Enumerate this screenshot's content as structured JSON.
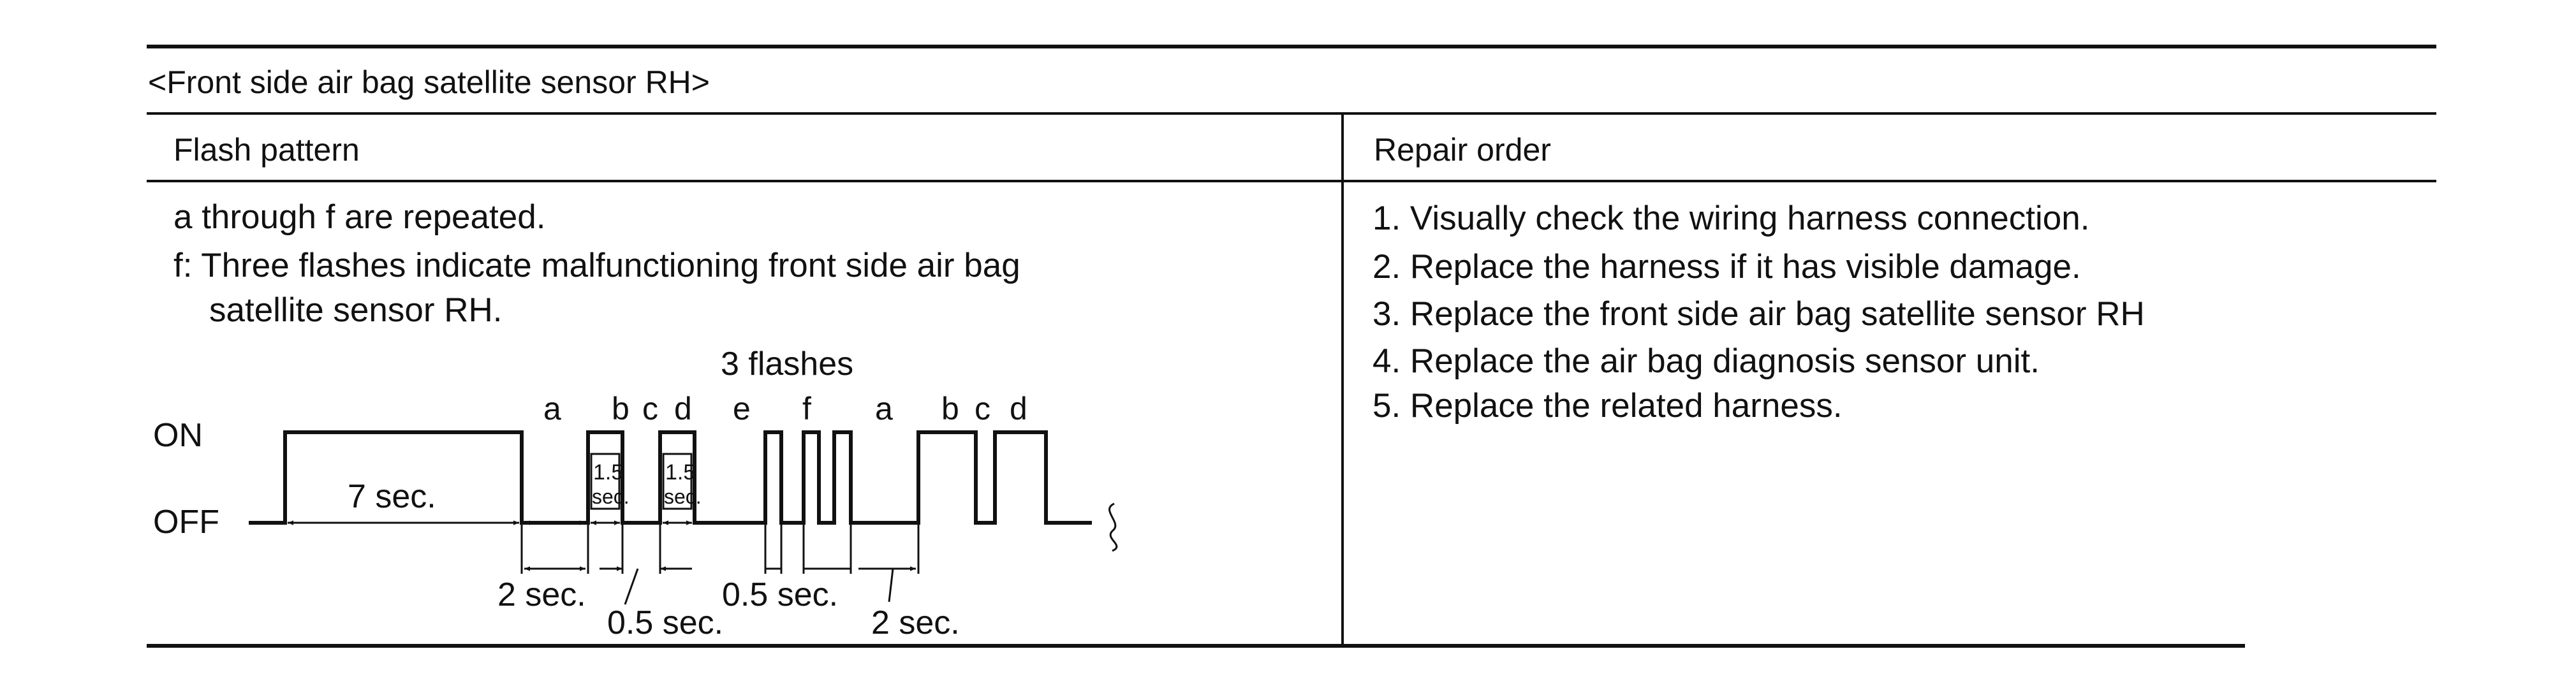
{
  "caption": "<Front side air bag satellite sensor RH>",
  "columns": {
    "left_header": "Flash pattern",
    "right_header": "Repair order"
  },
  "left": {
    "line1": "a through f are repeated.",
    "line2a": "f: Three flashes indicate malfunctioning front side air bag",
    "line2b": "satellite sensor RH."
  },
  "diagram": {
    "title": "3 flashes",
    "on_label": "ON",
    "off_label": "OFF",
    "letters": [
      "a",
      "b",
      "c",
      "d",
      "e",
      "f",
      "a",
      "b",
      "c",
      "d"
    ],
    "seven_sec": "7 sec.",
    "two_sec_1": "2 sec.",
    "half_sec_1": "0.5 sec.",
    "half_sec_2": "0.5 sec.",
    "two_sec_2": "2 sec.",
    "box_top": "1.5",
    "box_bottom": "sec."
  },
  "repair_steps": [
    "1. Visually check the wiring harness connection.",
    "2. Replace the harness if it has visible damage.",
    "3. Replace the front side air bag satellite sensor RH",
    "4. Replace the air bag diagnosis sensor unit.",
    "5. Replace the related harness."
  ]
}
